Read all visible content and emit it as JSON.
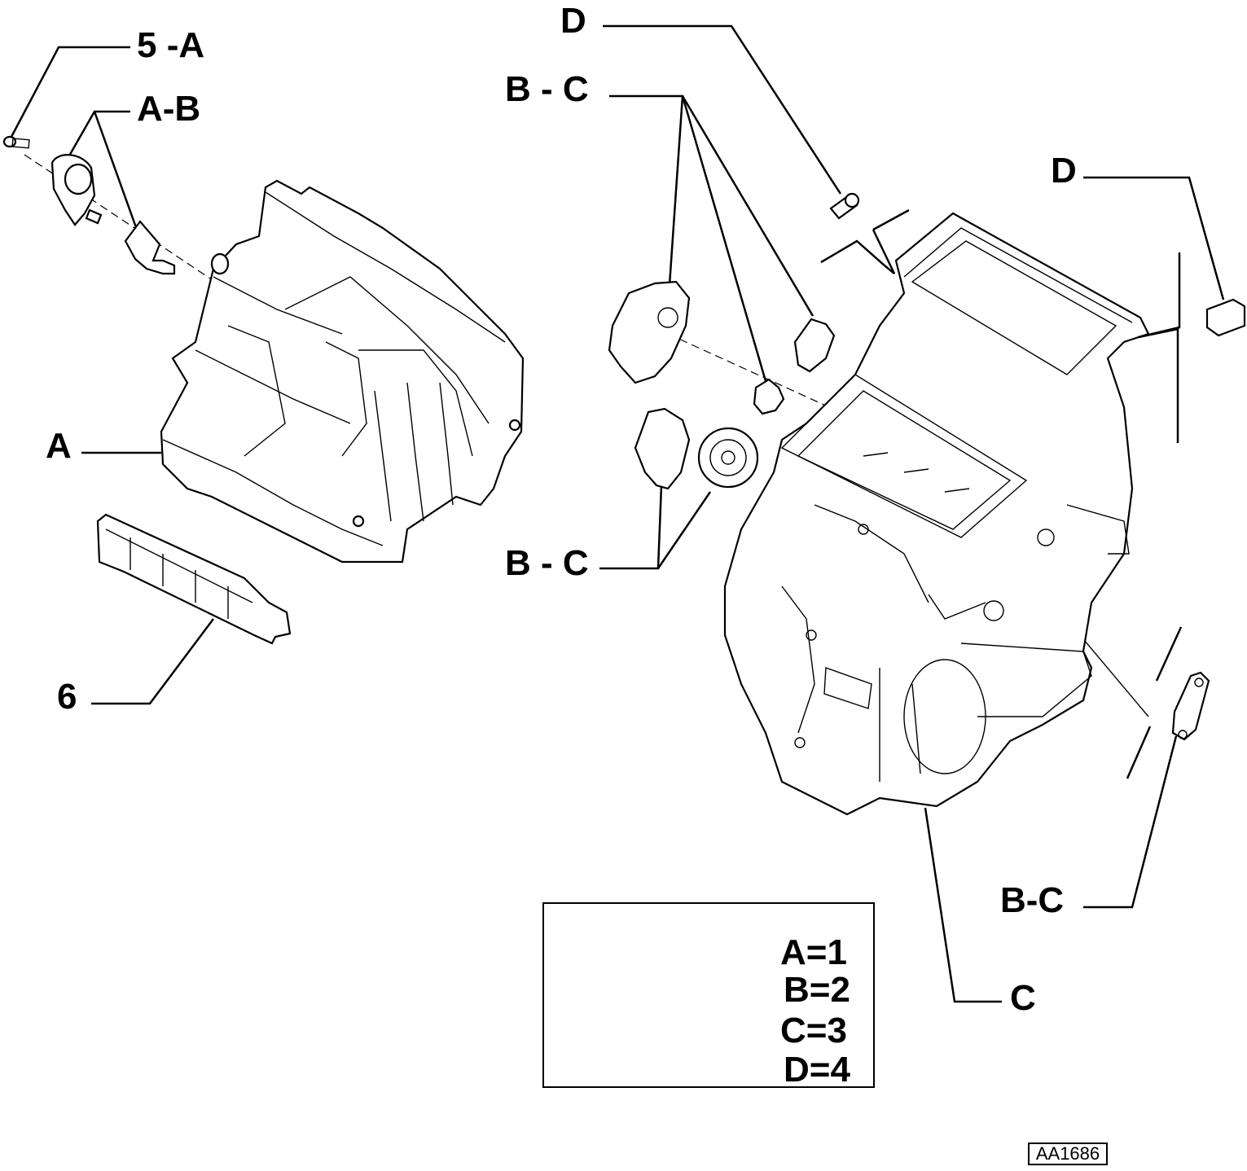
{
  "callouts": {
    "screw": "5 -A",
    "bracket": "A-B",
    "housing_left": "A",
    "filter_cover": "6",
    "cap_top": "D",
    "levers_top": "B - C",
    "levers_bottom": "B - C",
    "cap_right": "D",
    "link_right": "B-C",
    "housing_right": "C"
  },
  "legend": {
    "rows": [
      "A=1",
      "B=2",
      "C=3",
      "D=4"
    ]
  },
  "reference_code": "AA1686"
}
